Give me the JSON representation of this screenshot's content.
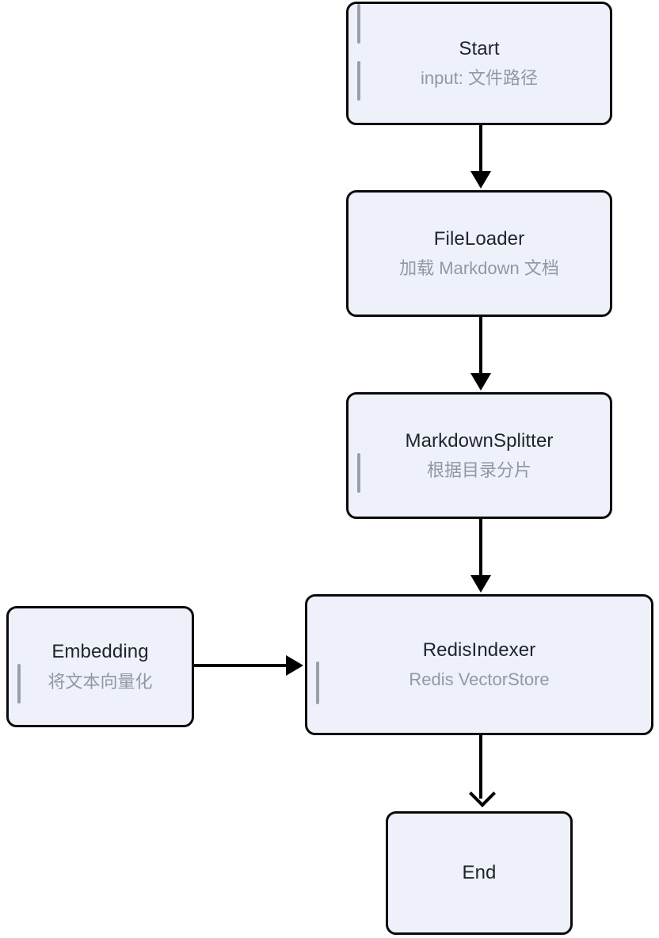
{
  "diagram": {
    "type": "flowchart",
    "orientation": "top-to-bottom",
    "nodes": [
      {
        "id": "start",
        "title": "Start",
        "subtitle": "input: 文件路径"
      },
      {
        "id": "fileloader",
        "title": "FileLoader",
        "subtitle": "加载 Markdown 文档"
      },
      {
        "id": "splitter",
        "title": "MarkdownSplitter",
        "subtitle": "根据目录分片"
      },
      {
        "id": "redisindexer",
        "title": "RedisIndexer",
        "subtitle": "Redis VectorStore"
      },
      {
        "id": "embedding",
        "title": "Embedding",
        "subtitle": "将文本向量化"
      },
      {
        "id": "end",
        "title": "End",
        "subtitle": ""
      }
    ],
    "edges": [
      {
        "id": "start-fileloader",
        "from": "start",
        "to": "fileloader",
        "direction": "down",
        "label": ""
      },
      {
        "id": "fileloader-splitter",
        "from": "fileloader",
        "to": "splitter",
        "direction": "down",
        "label": ""
      },
      {
        "id": "splitter-redisindexer",
        "from": "splitter",
        "to": "redisindexer",
        "direction": "down",
        "label": ""
      },
      {
        "id": "embedding-redisindexer",
        "from": "embedding",
        "to": "redisindexer",
        "direction": "right",
        "label": ""
      },
      {
        "id": "redisindexer-end",
        "from": "redisindexer",
        "to": "end",
        "direction": "down",
        "label": ""
      }
    ],
    "colors": {
      "node_fill": "#eef1fa",
      "node_border": "#0a0a0a",
      "title_text": "#1f232c",
      "subtitle_text": "#9298a1",
      "accent_bar": "#9aa0a8",
      "edge": "#000000",
      "background": "#ffffff"
    }
  }
}
